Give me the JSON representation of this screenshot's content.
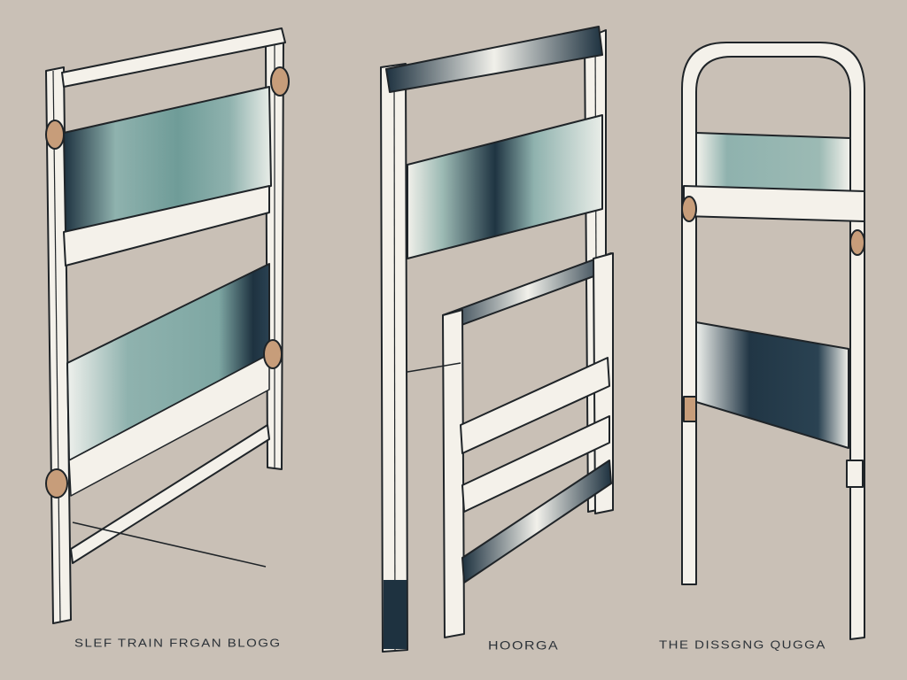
{
  "illustration": {
    "background_color": "#c9c0b6",
    "frame_color": "#f4f1ea",
    "outline_color": "#1f2428",
    "fabric_colors": {
      "sage": "#8fb2ae",
      "navy": "#1e3240",
      "tan": "#c79d7a"
    }
  },
  "captions": {
    "left": "SLEF TRAIN FRGAN BLOGG",
    "middle": "HOORGA",
    "right": "THE DISSGNG QUGGA"
  }
}
